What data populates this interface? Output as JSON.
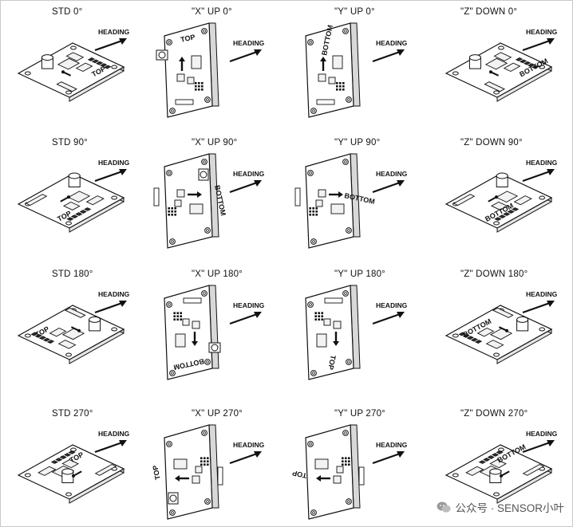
{
  "heading_label": "HEADING",
  "pcb_labels": {
    "top": "TOP",
    "bottom": "BOTTOM"
  },
  "rows": [
    [
      {
        "title": "STD 0°",
        "kind": "std",
        "rot": 0
      },
      {
        "title": "\"X\" UP 0°",
        "kind": "x",
        "rot": 0
      },
      {
        "title": "\"Y\" UP 0°",
        "kind": "y",
        "rot": 0
      },
      {
        "title": "\"Z\" DOWN 0°",
        "kind": "z",
        "rot": 0
      }
    ],
    [
      {
        "title": "STD 90°",
        "kind": "std",
        "rot": 90
      },
      {
        "title": "\"X\" UP 90°",
        "kind": "x",
        "rot": 90
      },
      {
        "title": "\"Y\" UP 90°",
        "kind": "y",
        "rot": 90
      },
      {
        "title": "\"Z\" DOWN 90°",
        "kind": "z",
        "rot": 90
      }
    ],
    [
      {
        "title": "STD 180°",
        "kind": "std",
        "rot": 180
      },
      {
        "title": "\"X\" UP 180°",
        "kind": "x",
        "rot": 180
      },
      {
        "title": "\"Y\" UP 180°",
        "kind": "y",
        "rot": 180
      },
      {
        "title": "\"Z\" DOWN 180°",
        "kind": "z",
        "rot": 180
      }
    ],
    [
      {
        "title": "STD 270°",
        "kind": "std",
        "rot": 270
      },
      {
        "title": "\"X\" UP 270°",
        "kind": "x",
        "rot": 270
      },
      {
        "title": "\"Y\" UP 270°",
        "kind": "y",
        "rot": 270
      },
      {
        "title": "\"Z\" DOWN 270°",
        "kind": "z",
        "rot": 270
      }
    ]
  ],
  "watermark": "公众号 · SENSOR小叶",
  "colors": {
    "line": "#111111",
    "board_fill": "#ffffff",
    "chip_fill": "#f2f2f2"
  }
}
